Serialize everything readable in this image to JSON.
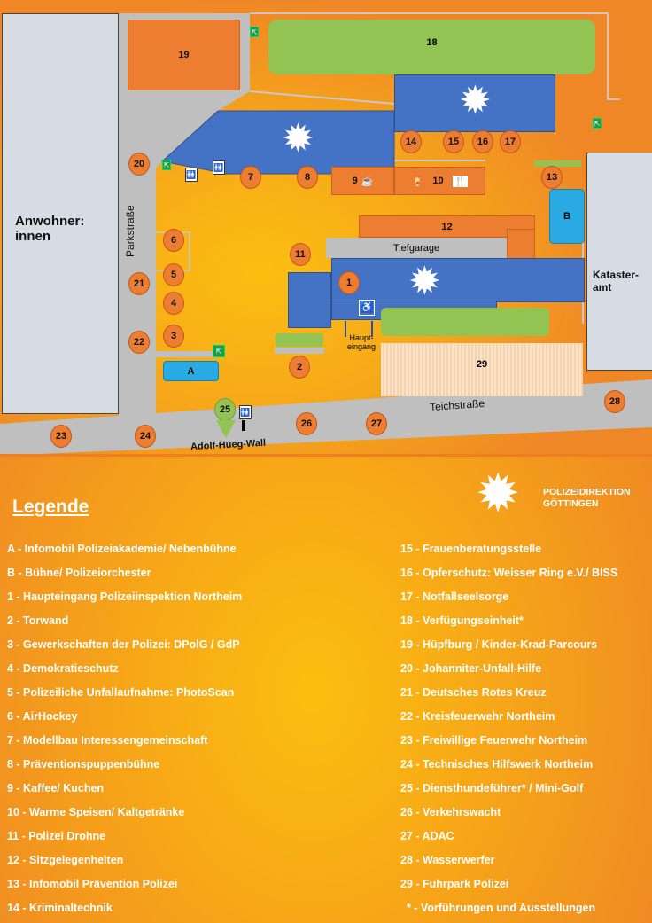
{
  "map": {
    "residents_label": "Anwohner: innen",
    "street_park": "Parkstraße",
    "street_teich": "Teichstraße",
    "street_adolf": "Adolf-Hueg-Wall",
    "underground_garage": "Tiefgarage",
    "main_entrance": "Haupt-eingang",
    "cadastre": "Kataster-amt",
    "areas": {
      "a": "A",
      "b": "B",
      "n9": "9",
      "n10": "10",
      "n12": "12",
      "n18": "18",
      "n19": "19",
      "n29": "29"
    },
    "markers": {
      "m1": "1",
      "m2": "2",
      "m3": "3",
      "m4": "4",
      "m5": "5",
      "m6": "6",
      "m7": "7",
      "m8": "8",
      "m11": "11",
      "m13": "13",
      "m14": "14",
      "m15": "15",
      "m16": "16",
      "m17": "17",
      "m20": "20",
      "m21": "21",
      "m22": "22",
      "m23": "23",
      "m24": "24",
      "m25": "25",
      "m26": "26",
      "m27": "27",
      "m28": "28"
    }
  },
  "logo": {
    "line1": "POLIZEIDIREKTION",
    "line2": "GÖTTINGEN"
  },
  "legend": {
    "title": "Legende",
    "left": [
      "A - Infomobil Polizeiakademie/ Nebenbühne",
      "B - Bühne/ Polizeiorchester",
      "1 - Haupteingang Polizeiinspektion Northeim",
      "2 - Torwand",
      "3 - Gewerkschaften der Polizei: DPolG / GdP",
      "4 - Demokratieschutz",
      "5 - Polizeiliche Unfallaufnahme: PhotoScan",
      "6 - AirHockey",
      "7 - Modellbau Interessengemeinschaft",
      "8 - Präventionspuppenbühne",
      "9 - Kaffee/ Kuchen",
      "10 - Warme Speisen/ Kaltgetränke",
      "11 - Polizei Drohne",
      "12 - Sitzgelegenheiten",
      "13 - Infomobil Prävention Polizei",
      "14 - Kriminaltechnik"
    ],
    "right": [
      "15 - Frauenberatungsstelle",
      "16 - Opferschutz: Weisser Ring e.V./ BISS",
      "17 - Notfallseelsorge",
      "18 - Verfügungseinheit*",
      "19 - Hüpfburg / Kinder-Krad-Parcours",
      "20 - Johanniter-Unfall-Hilfe",
      "21 - Deutsches Rotes Kreuz",
      "22 - Kreisfeuerwehr Northeim",
      "23 - Freiwillige Feuerwehr Northeim",
      "24 - Technisches Hilfswerk Northeim",
      "25 - Diensthundeführer* / Mini-Golf",
      "26 - Verkehrswacht",
      "27 - ADAC",
      "28 - Wasserwerfer",
      "29 - Fuhrpark Polizei",
      "  * - Vorführungen und Ausstellungen"
    ]
  }
}
